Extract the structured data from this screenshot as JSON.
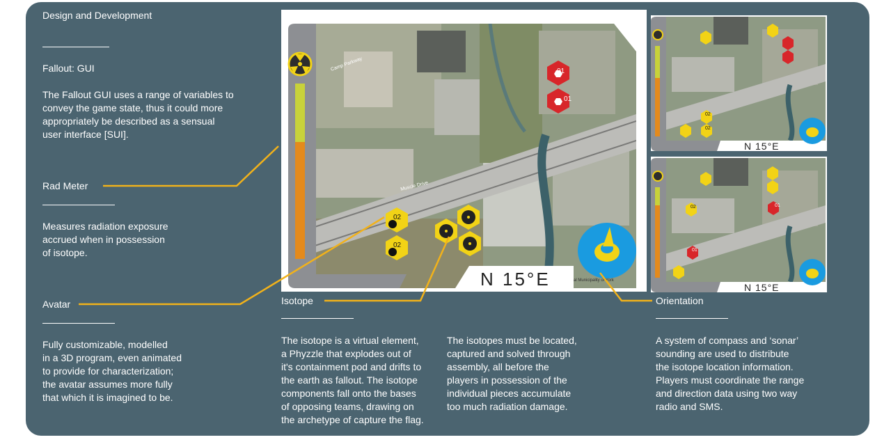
{
  "header": {
    "title": "Design and Development"
  },
  "intro": {
    "heading": "Fallout:  GUI",
    "body": "The Fallout GUI uses a range of variables to\nconvey the game state, thus it could more\nappropriately be described as a sensual\nuser interface [SUI]."
  },
  "rad_meter": {
    "heading": "Rad Meter",
    "body": "Measures  radiation exposure\naccrued when in possession\nof isotope."
  },
  "avatar": {
    "heading": "Avatar",
    "body": "Fully customizable,  modelled\nin a 3D program,  even animated\nto provide for characterization;\nthe avatar assumes more fully\nthat which it is imagined to be."
  },
  "isotope": {
    "heading": "Isotope",
    "body_left": "The isotope is a virtual element,\na Phyzzle that  explodes out of\nit's containment pod and drifts to\nthe earth as fallout.  The isotope\ncomponents fall onto the bases\nof opposing teams,  drawing on\nthe archetype of capture the flag.",
    "body_right": "The isotopes must be located,\ncaptured and solved through\nassembly,   all  before  the\nplayers in possession of the\nindividual pieces accumulate\ntoo much radiation damage."
  },
  "orientation": {
    "heading": "Orientation",
    "body": "A system of compass and ‘sonar’\nsounding are used to distribute\nthe isotope location information.\nPlayers must coordinate the range\nand direction data using two way\nradio and SMS."
  },
  "map_main": {
    "compass": "N 15°E",
    "marker_red_1": "01",
    "marker_red_2": "01",
    "marker_yellow_1": "02",
    "marker_yellow_2": "02",
    "road_label_1": "Camp Parkway",
    "road_label_2": "Muscle Drive",
    "credit": "al Municipality of York"
  },
  "map_top_right": {
    "compass": "N 15°E",
    "marker_1": "02",
    "marker_2": "02"
  },
  "map_bottom_right": {
    "compass": "N 15°E",
    "marker_1": "02",
    "marker_2": "01",
    "marker_3": "01"
  },
  "colors": {
    "panel": "#4b6470",
    "callout": "#f2b21a",
    "marker_red": "#d8262a",
    "marker_yellow": "#f2d316",
    "orientation_blue": "#1a9be0",
    "meter_green": "#c8d23a",
    "meter_orange": "#e48a1c"
  },
  "icons": [
    "radiation-icon",
    "hexagon-marker-icon",
    "sonar-compass-icon"
  ]
}
